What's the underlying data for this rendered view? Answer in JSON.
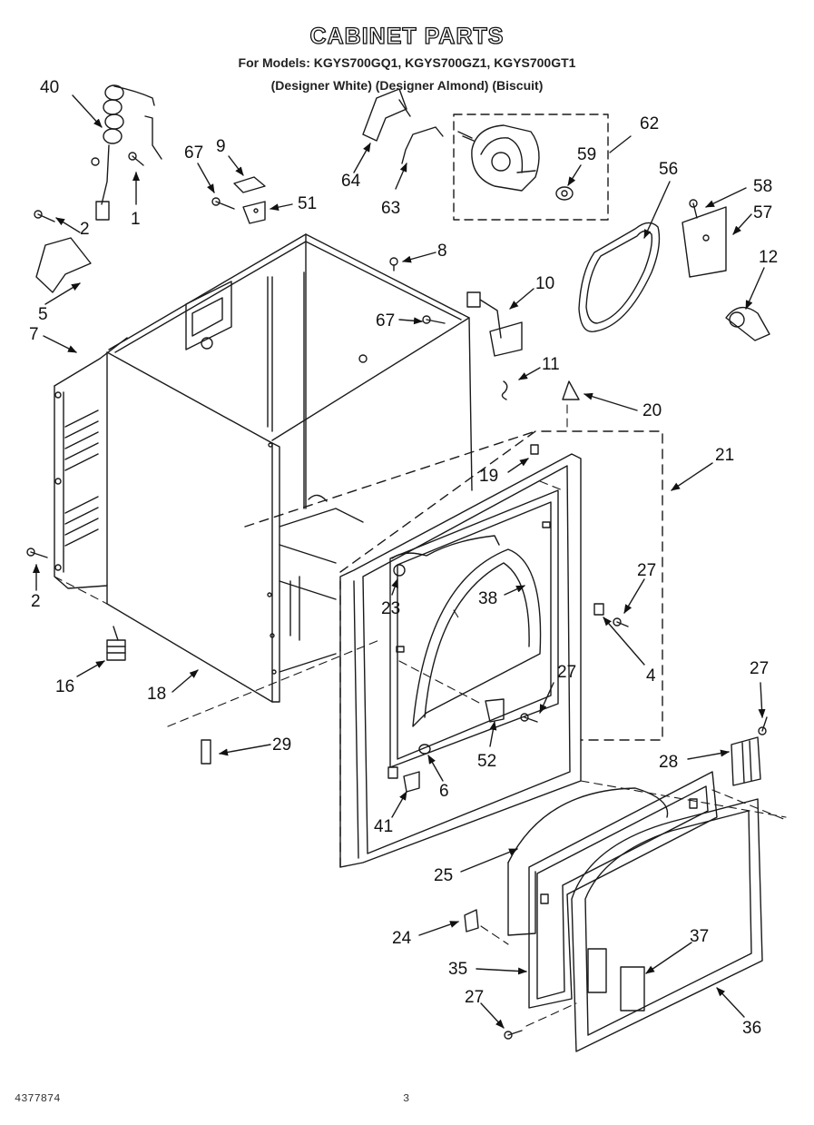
{
  "header": {
    "title": "CABINET PARTS",
    "models_line": "For Models: KGYS700GQ1, KGYS700GZ1, KGYS700GT1",
    "colors_line": "(Designer White) (Designer Almond) (Biscuit)"
  },
  "footer": {
    "doc_number": "4377874",
    "page_number": "3"
  },
  "callouts": [
    {
      "id": "c40",
      "label": "40"
    },
    {
      "id": "c1",
      "label": "1"
    },
    {
      "id": "c67a",
      "label": "67"
    },
    {
      "id": "c9",
      "label": "9"
    },
    {
      "id": "c51",
      "label": "51"
    },
    {
      "id": "c64",
      "label": "64"
    },
    {
      "id": "c63",
      "label": "63"
    },
    {
      "id": "c62",
      "label": "62"
    },
    {
      "id": "c59",
      "label": "59"
    },
    {
      "id": "c56",
      "label": "56"
    },
    {
      "id": "c58",
      "label": "58"
    },
    {
      "id": "c57",
      "label": "57"
    },
    {
      "id": "c2a",
      "label": "2"
    },
    {
      "id": "c5",
      "label": "5"
    },
    {
      "id": "c8",
      "label": "8"
    },
    {
      "id": "c10",
      "label": "10"
    },
    {
      "id": "c67b",
      "label": "67"
    },
    {
      "id": "c12",
      "label": "12"
    },
    {
      "id": "c7",
      "label": "7"
    },
    {
      "id": "c11",
      "label": "11"
    },
    {
      "id": "c20",
      "label": "20"
    },
    {
      "id": "c21",
      "label": "21"
    },
    {
      "id": "c19",
      "label": "19"
    },
    {
      "id": "c27a",
      "label": "27"
    },
    {
      "id": "c2b",
      "label": "2"
    },
    {
      "id": "c23",
      "label": "23"
    },
    {
      "id": "c38",
      "label": "38"
    },
    {
      "id": "c4",
      "label": "4"
    },
    {
      "id": "c16",
      "label": "16"
    },
    {
      "id": "c18",
      "label": "18"
    },
    {
      "id": "c27b",
      "label": "27"
    },
    {
      "id": "c27c",
      "label": "27"
    },
    {
      "id": "c29",
      "label": "29"
    },
    {
      "id": "c52",
      "label": "52"
    },
    {
      "id": "c28",
      "label": "28"
    },
    {
      "id": "c6",
      "label": "6"
    },
    {
      "id": "c41",
      "label": "41"
    },
    {
      "id": "c25",
      "label": "25"
    },
    {
      "id": "c24",
      "label": "24"
    },
    {
      "id": "c37",
      "label": "37"
    },
    {
      "id": "c35",
      "label": "35"
    },
    {
      "id": "c27d",
      "label": "27"
    },
    {
      "id": "c36",
      "label": "36"
    }
  ]
}
